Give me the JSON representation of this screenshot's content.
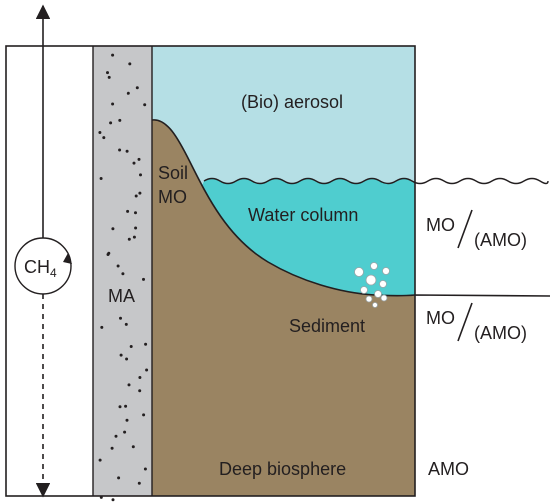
{
  "labels": {
    "aerosol": "(Bio) aerosol",
    "soil_line1": "Soil",
    "soil_line2": "MO",
    "water_column": "Water column",
    "sediment": "Sediment",
    "deep_biosphere": "Deep biosphere",
    "ma": "MA",
    "ch4_main": "CH",
    "ch4_sub": "4",
    "water_mo": "MO",
    "water_amo": "(AMO)",
    "sediment_mo": "MO",
    "sediment_amo": "(AMO)",
    "deep_amo": "AMO"
  },
  "colors": {
    "air": "#b5dfe5",
    "water": "#4fcdcf",
    "soil": "#9a8462",
    "mineral_column": "#c6c7c9",
    "outline": "#231f20"
  }
}
